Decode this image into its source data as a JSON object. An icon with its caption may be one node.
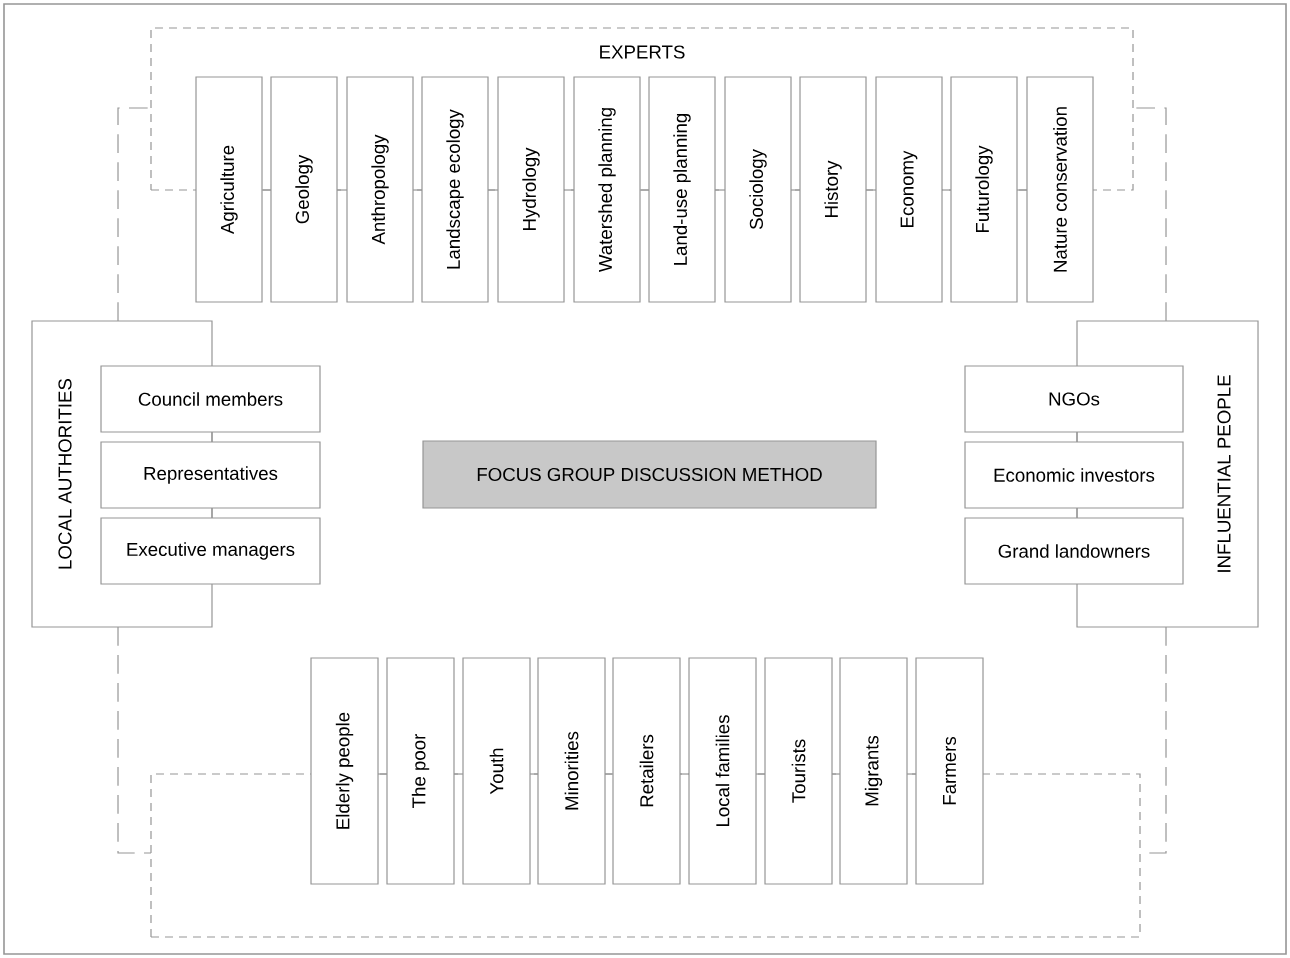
{
  "diagram": {
    "nodes": [
      {
        "text": [
          "EXPERTS"
        ]
      },
      {
        "text": [
          "Agriculture"
        ]
      },
      {
        "text": [
          "Geology"
        ]
      },
      {
        "text": [
          "Anthropology"
        ]
      },
      {
        "text": [
          "Landscape ecology"
        ]
      },
      {
        "text": [
          "Hydrology"
        ]
      },
      {
        "text": [
          "Watershed planning"
        ]
      },
      {
        "text": [
          "Land-use planning"
        ]
      },
      {
        "text": [
          "Sociology"
        ]
      },
      {
        "text": [
          "History"
        ]
      },
      {
        "text": [
          "Economy"
        ]
      },
      {
        "text": [
          "Futurology"
        ]
      },
      {
        "text": [
          "Nature conservation"
        ]
      },
      {
        "text": [
          "LOCAL AUTHORITIES"
        ]
      },
      {
        "text": [
          "Council members"
        ]
      },
      {
        "text": [
          "Representatives"
        ]
      },
      {
        "text": [
          "Executive managers"
        ]
      },
      {
        "text": [
          "FOCUS GROUP DISCUSSION METHOD"
        ]
      },
      {
        "text": [
          "INFLUENTIAL PEOPLE"
        ]
      },
      {
        "text": [
          "NGOs"
        ]
      },
      {
        "text": [
          "Economic investors"
        ]
      },
      {
        "text": [
          "Grand landowners"
        ]
      },
      {
        "text": [],
        "shape": "box"
      },
      {
        "text": [
          "Elderly people"
        ]
      },
      {
        "text": [
          "The poor"
        ]
      },
      {
        "text": [
          "Youth"
        ]
      },
      {
        "text": [
          "Minorities"
        ]
      },
      {
        "text": [
          "Retailers"
        ]
      },
      {
        "text": [
          "Local families"
        ]
      },
      {
        "text": [
          "Tourists"
        ]
      },
      {
        "text": [
          "Migrants"
        ]
      },
      {
        "text": [
          "Farmers"
        ]
      }
    ],
    "edges": [
      {
        "from": 13,
        "to": 0,
        "arrow": "none",
        "style": "dashed"
      },
      {
        "from": 18,
        "to": 0,
        "arrow": "none",
        "style": "dashed"
      },
      {
        "from": 13,
        "to": 22,
        "arrow": "none",
        "style": "dashed"
      },
      {
        "from": 18,
        "to": 22,
        "arrow": "none",
        "style": "dashed"
      }
    ]
  }
}
